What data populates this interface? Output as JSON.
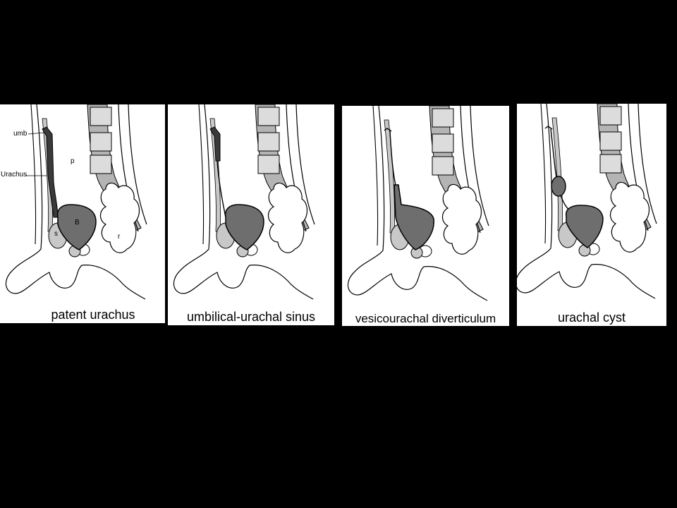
{
  "panels": [
    {
      "caption": "patent urachus",
      "variant": "patent"
    },
    {
      "caption": "umbilical-urachal sinus",
      "variant": "sinus"
    },
    {
      "caption": "vesicourachal diverticulum",
      "variant": "diverticulum"
    },
    {
      "caption": "urachal cyst",
      "variant": "cyst"
    }
  ],
  "labels": {
    "umb": "umb",
    "urachus": "Urachus",
    "p": "p",
    "b": "B",
    "s": "s",
    "r": "r"
  },
  "colors": {
    "background": "#000000",
    "panel": "#ffffff",
    "bladder": "#6e6e6e",
    "urachus": "#3a3a3a",
    "vertebra_light": "#dcdcdc",
    "vertebra_mid": "#b4b4b4",
    "symphysis": "#c8c8c8",
    "line": "#000000"
  }
}
